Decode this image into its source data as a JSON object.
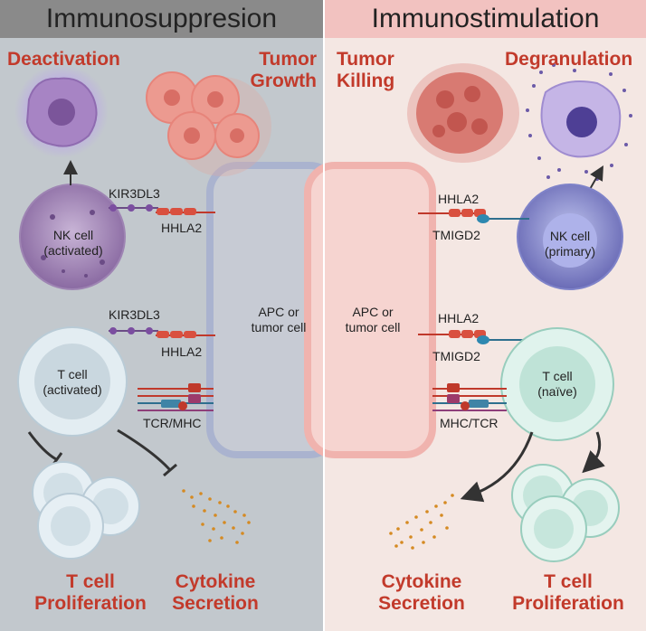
{
  "colors": {
    "left_bg": "#c2c8cd",
    "right_bg": "#f4e7e3",
    "left_header_bg": "#8a8a8a",
    "right_header_bg": "#f2c2c0",
    "outcome_red": "#c23a2b",
    "nk_activated": "#8c6aa3",
    "nk_primary": "#6b6cb5",
    "t_cell_activated": "#dbe8ee",
    "t_cell_naive": "#d7eee7",
    "cytokine": "#d58a22"
  },
  "left": {
    "title": "Immunosuppresion",
    "deactivation": "Deactivation",
    "tumor_growth": "Tumor Growth",
    "kir3dl3_top": "KIR3DL3",
    "hhla2_top": "HHLA2",
    "nk_cell": "NK cell (activated)",
    "apc": "APC or tumor cell",
    "kir3dl3_bottom": "KIR3DL3",
    "hhla2_bottom": "HHLA2",
    "t_cell": "T cell (activated)",
    "tcr_mhc": "TCR/MHC",
    "proliferation": "T cell Proliferation",
    "cytokine": "Cytokine Secretion"
  },
  "right": {
    "title": "Immunostimulation",
    "tumor_killing": "Tumor Killing",
    "degranulation": "Degranulation",
    "hhla2_top": "HHLA2",
    "tmigd2_top": "TMIGD2",
    "nk_cell": "NK cell (primary)",
    "apc": "APC or tumor cell",
    "hhla2_bottom": "HHLA2",
    "tmigd2_bottom": "TMIGD2",
    "t_cell": "T cell (naïve)",
    "mhc_tcr": "MHC/TCR",
    "cytokine": "Cytokine Secretion",
    "proliferation": "T cell Proliferation"
  }
}
